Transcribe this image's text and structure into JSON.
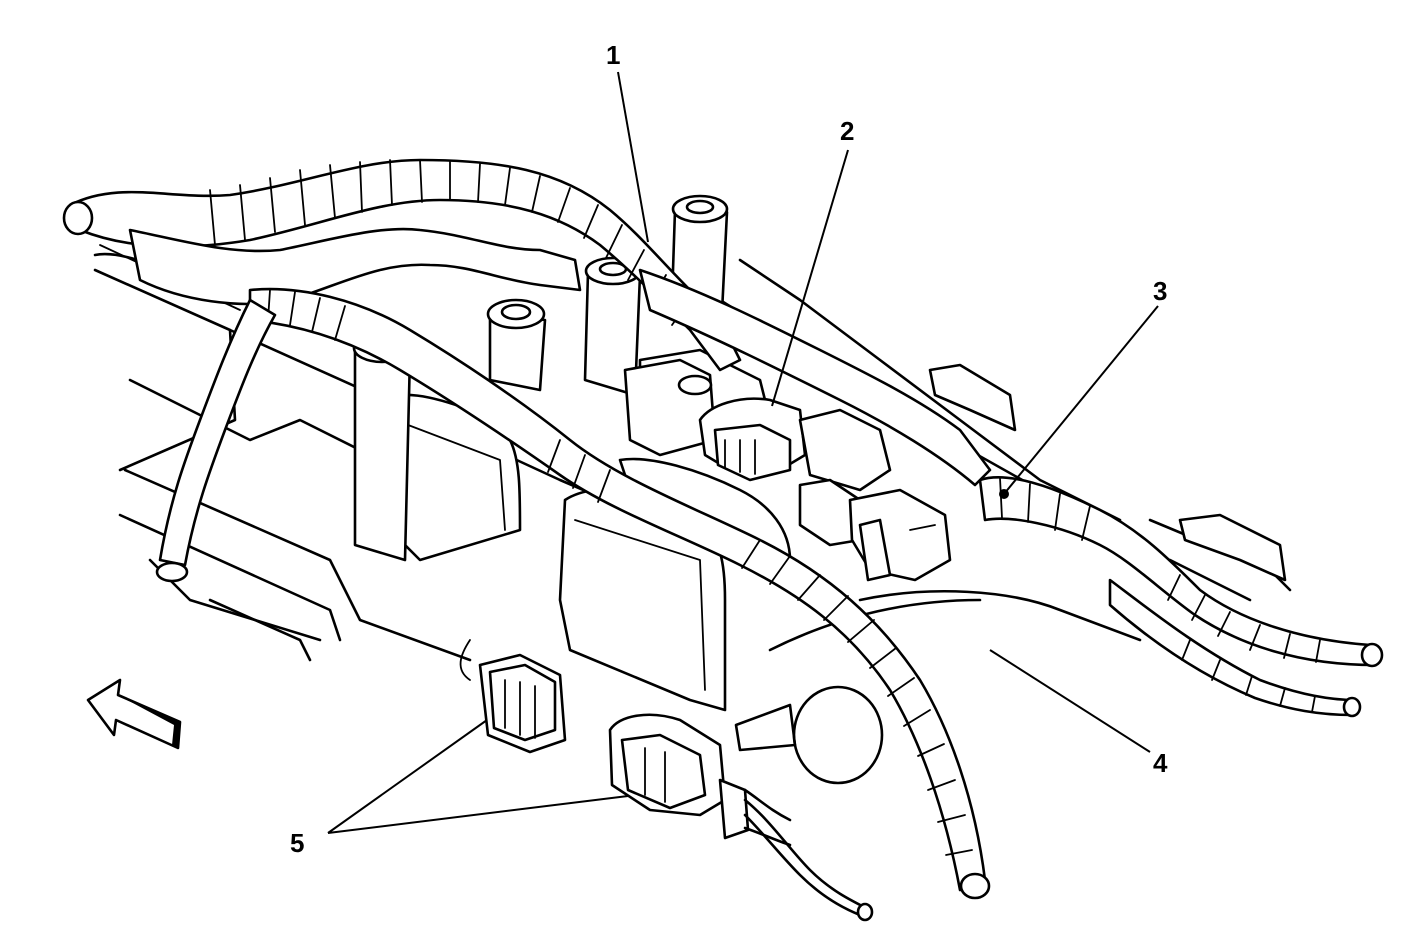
{
  "callouts": {
    "c1": "1",
    "c2": "2",
    "c3": "3",
    "c4": "4",
    "c5": "5"
  },
  "icons": {
    "direction_arrow": "forward-arrow-icon"
  },
  "colors": {
    "line": "#000000",
    "background": "#ffffff"
  }
}
